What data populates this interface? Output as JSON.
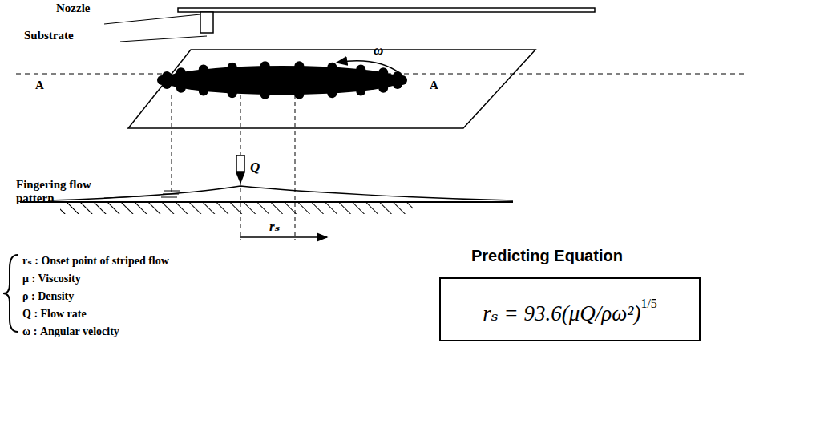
{
  "diagram": {
    "nodes": [
      {
        "text": [
          "Predicting Equation",
          "rₛ = 93.6(μQ/ρω²)",
          "1/5"
        ]
      }
    ],
    "labels": [
      "Nozzle",
      "Substrate",
      "A",
      "A",
      "ω",
      "Fingering flow pattern",
      "Q",
      "rₛ",
      "rₛ : Onset point of striped flow",
      "μ : Viscosity",
      "ρ : Density",
      "Q : Flow rate",
      "ω : Angular velocity"
    ]
  }
}
